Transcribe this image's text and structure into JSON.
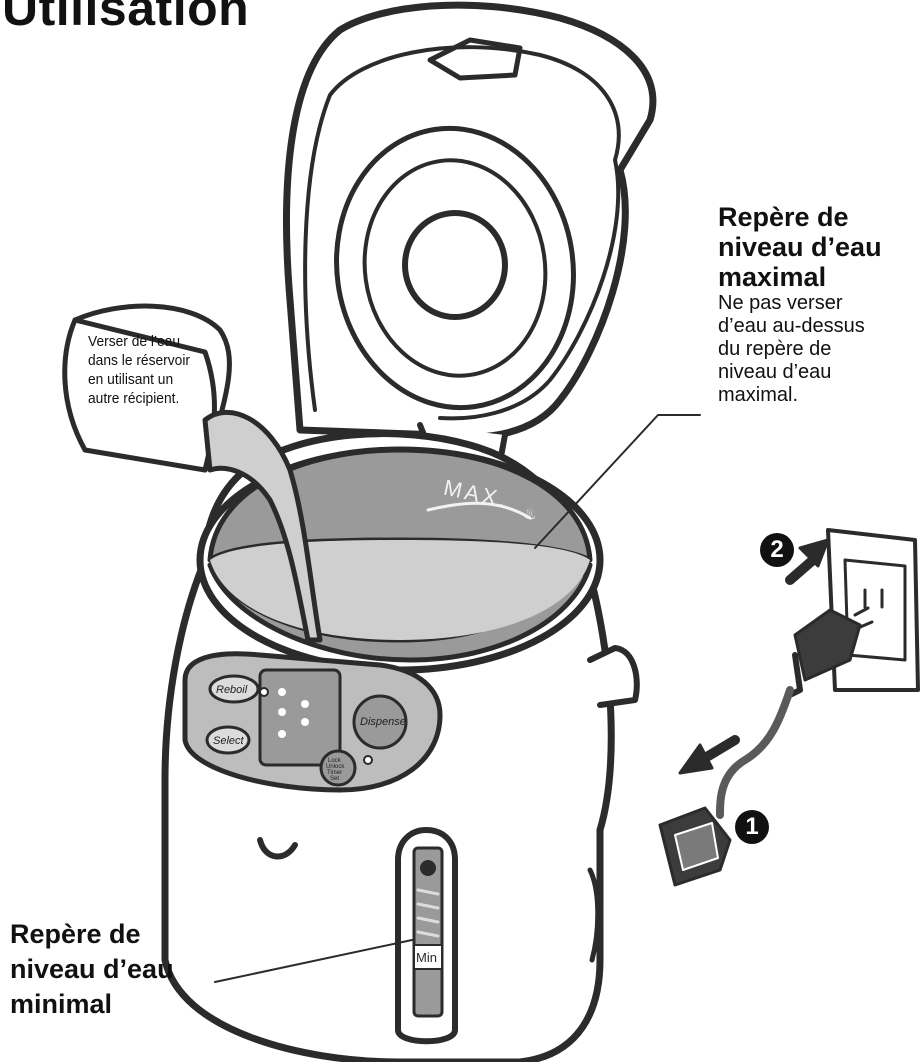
{
  "title": "Utilisation",
  "max_marker": {
    "heading_lines": [
      "Repère de",
      "niveau d’eau",
      "maximal"
    ],
    "body_lines": [
      "Ne pas verser",
      "d’eau au-dessus",
      "du repère de",
      "niveau d’eau",
      "maximal."
    ]
  },
  "min_marker": {
    "heading_lines": [
      "Repère de",
      "niveau d’eau",
      "minimal"
    ]
  },
  "pour_note_lines": [
    "Verser de l’eau",
    "dans le réservoir",
    "en utilisant un",
    "autre récipient."
  ],
  "tank_label": "MAX.",
  "gauge_label": "Min",
  "control_panel": {
    "reboil": "Reboil",
    "select": "Select",
    "dispense": "Dispense",
    "lock": [
      "Lock",
      "Unlock",
      "Timer",
      "Set"
    ]
  },
  "steps": {
    "one": "1",
    "two": "2"
  }
}
